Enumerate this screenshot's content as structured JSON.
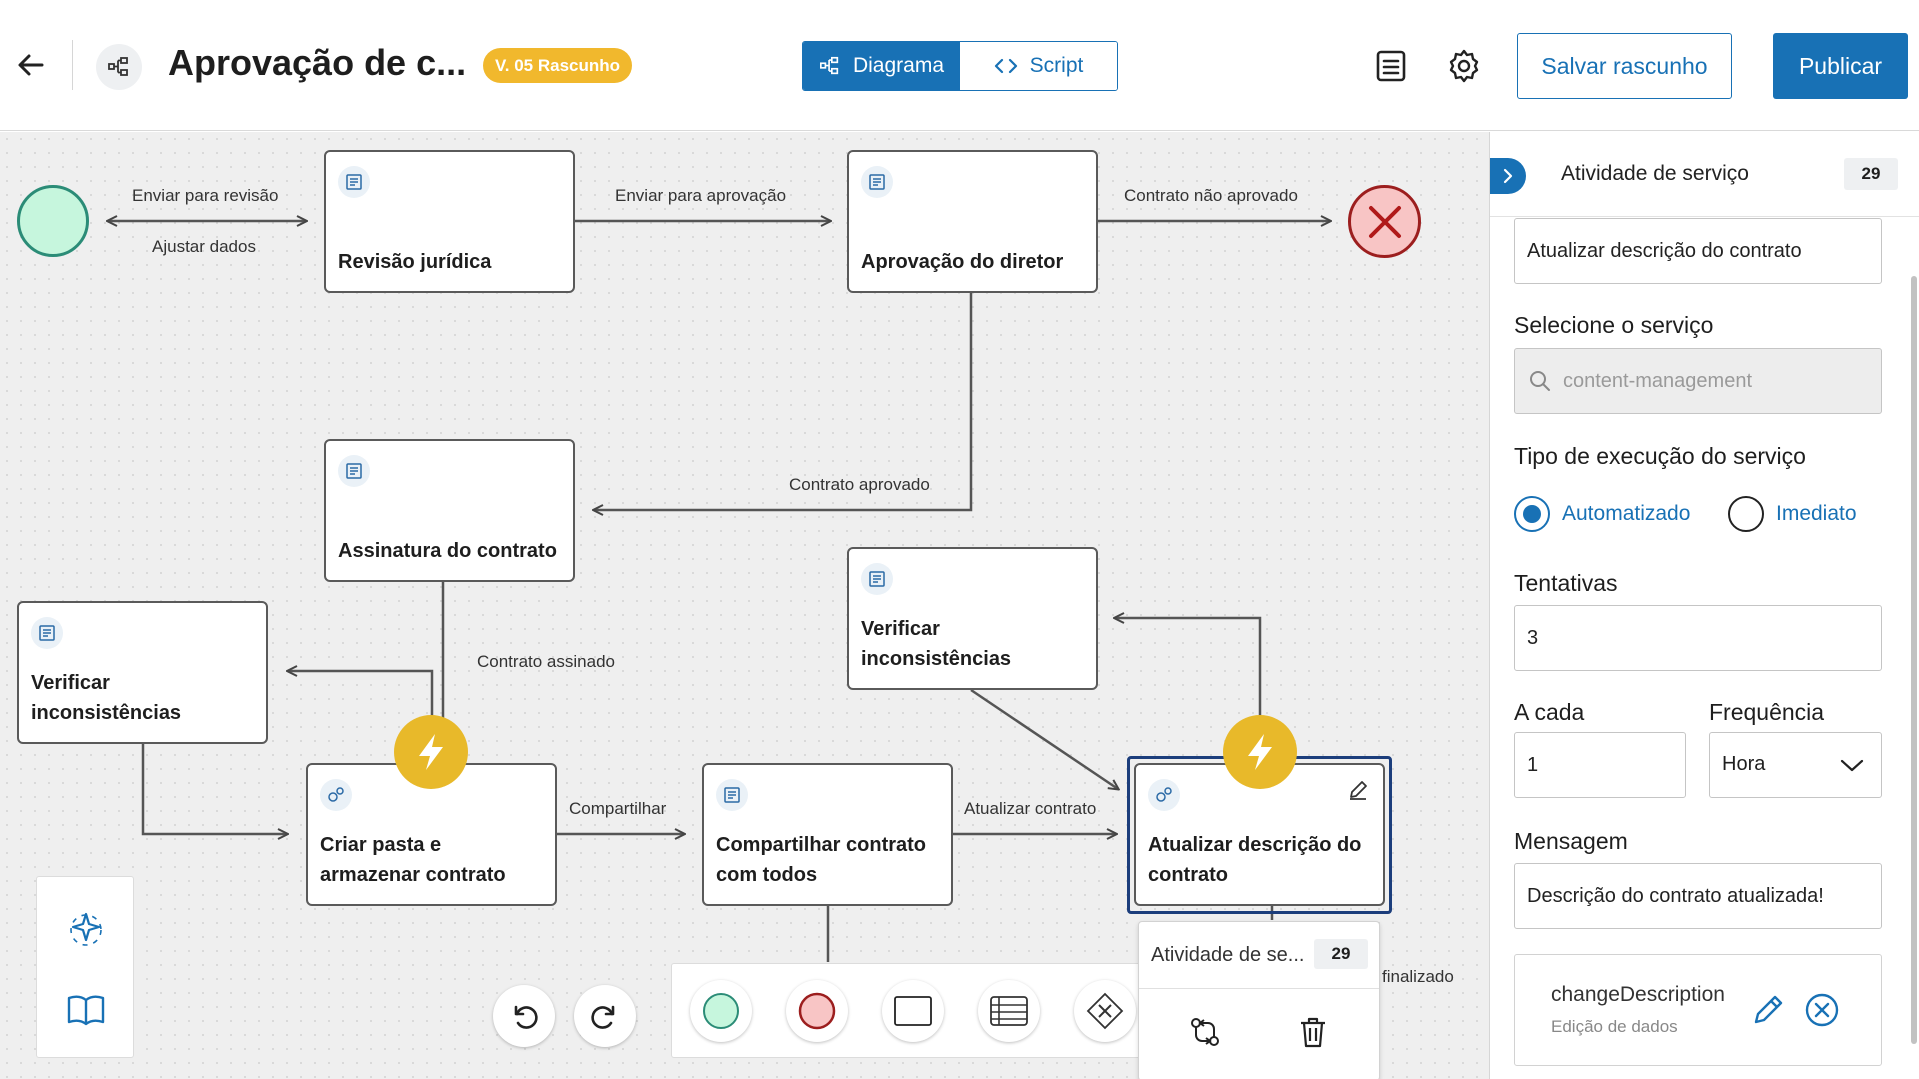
{
  "header": {
    "title": "Aprovação de c...",
    "version_badge": "V. 05 Rascunho",
    "view_toggle": {
      "diagram_label": "Diagrama",
      "script_label": "Script",
      "active": "Diagrama"
    },
    "save_draft_label": "Salvar rascunho",
    "publish_label": "Publicar",
    "accent_color": "#1871b5",
    "badge_color": "#f1b82d"
  },
  "canvas": {
    "tasks": [
      {
        "label": "Revisão jurídica"
      },
      {
        "label": "Aprovação do diretor"
      },
      {
        "label": "Assinatura do contrato"
      },
      {
        "label": "Verificar inconsistências"
      },
      {
        "label": "Verificar inconsistências"
      },
      {
        "label": "Criar pasta e armazenar contrato"
      },
      {
        "label": "Compartilhar contrato com todos"
      },
      {
        "label": "Atualizar descrição do contrato"
      }
    ],
    "edge_labels": {
      "send_review": "Enviar para revisão",
      "adjust_data": "Ajustar dados",
      "send_approval": "Enviar para aprovação",
      "not_approved": "Contrato não aprovado",
      "approved": "Contrato aprovado",
      "signed": "Contrato assinado",
      "share": "Compartilhar",
      "update": "Atualizar contrato",
      "finished": "finalizado"
    },
    "popover": {
      "title": "Atividade de se...",
      "count": "29"
    }
  },
  "panel": {
    "title": "Atividade de serviço",
    "count": "29",
    "name_value": "Atualizar descrição do contrato",
    "service_label": "Selecione o serviço",
    "service_placeholder": "content-management",
    "exec_type_label": "Tipo de execução do serviço",
    "exec_options": [
      "Automatizado",
      "Imediato"
    ],
    "exec_selected": "Automatizado",
    "attempts_label": "Tentativas",
    "attempts_value": "3",
    "every_label": "A cada",
    "every_value": "1",
    "frequency_label": "Frequência",
    "frequency_value": "Hora",
    "message_label": "Mensagem",
    "message_value": "Descrição do contrato atualizada!",
    "action": {
      "name": "changeDescription",
      "type": "Edição de dados"
    }
  }
}
